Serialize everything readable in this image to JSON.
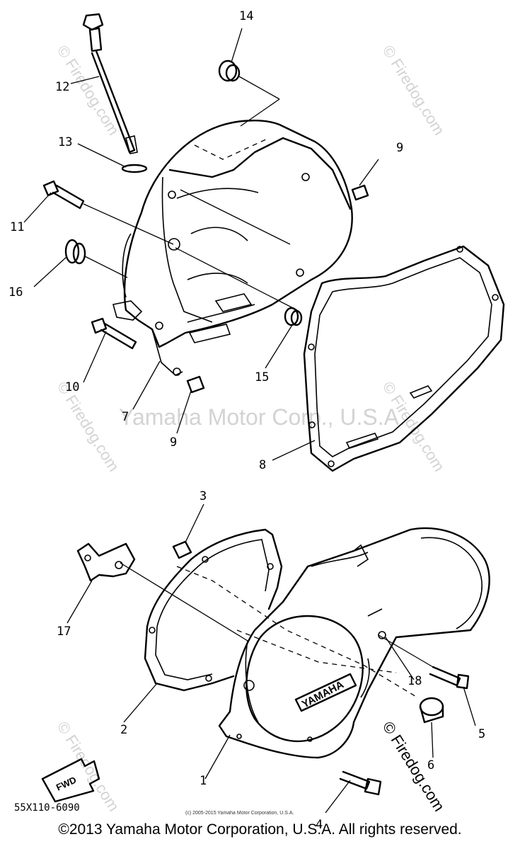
{
  "watermarks": {
    "site": "© Firedog.com",
    "company": "Yamaha Motor Corp., U.S.A."
  },
  "callouts": [
    "1",
    "2",
    "3",
    "4",
    "5",
    "6",
    "7",
    "8",
    "9",
    "9",
    "10",
    "11",
    "12",
    "13",
    "14",
    "15",
    "16",
    "17",
    "18"
  ],
  "fwd_label": "FWD",
  "diagram_code": "55X110-6090",
  "fine_print": "(c) 2005-2015 Yamaha Motor Corporation, U.S.A.",
  "logo_text": "YAMAHA",
  "copyright": "©2013 Yamaha Motor Corporation, U.S.A. All rights reserved."
}
